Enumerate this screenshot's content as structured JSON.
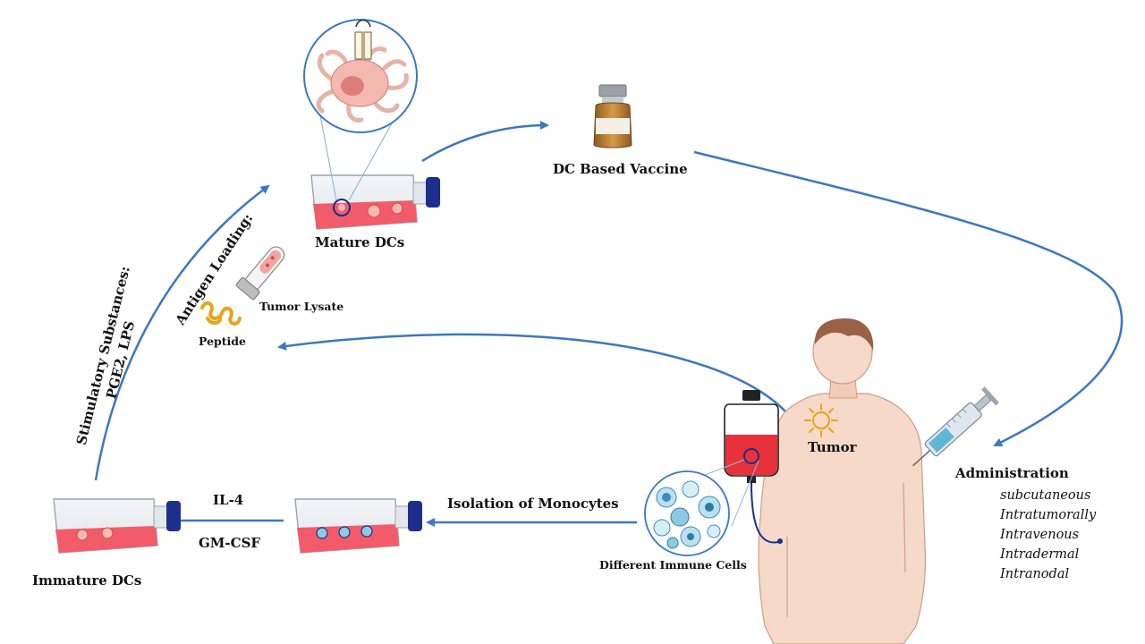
{
  "colors": {
    "arrow": "#3a78c3",
    "medium": "#f25c6a",
    "cap": "#1c2f8c",
    "skin": "#f6d9c8",
    "hair": "#9a6146",
    "blood": "#e8313b",
    "orange": "#e9a418",
    "vial": "#c98a3a"
  },
  "labels": {
    "mature_dcs": "Mature DCs",
    "dc_vaccine": "DC Based Vaccine",
    "antigen_loading": "Antigen Loading:",
    "tumor_lysate": "Tumor Lysate",
    "peptide": "Peptide",
    "stimulatory_line1": "Stimulatory Substances:",
    "stimulatory_line2": "PGE2, LPS",
    "tumor": "Tumor",
    "administration": "Administration",
    "routes": [
      "subcutaneous",
      "Intratumorally",
      "Intravenous",
      "Intradermal",
      "Intranodal"
    ],
    "il4": "IL-4",
    "gmcsf": "GM-CSF",
    "isolation": "Isolation of Monocytes",
    "immature_dcs": "Immature DCs",
    "immune_cells": "Different Immune Cells"
  }
}
